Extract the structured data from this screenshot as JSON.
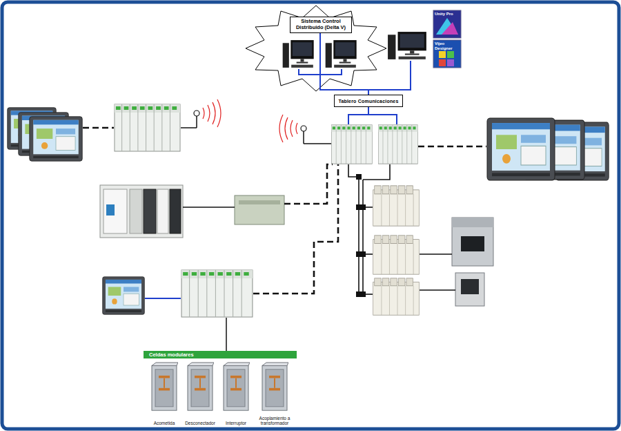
{
  "diagram": {
    "nodes": [
      {
        "text": [
          "Sistema Control Distribuido (Delta V)"
        ]
      },
      {
        "text": [
          "Tablero Comunicaciones"
        ]
      },
      {
        "text": [
          "Celdas modulares"
        ]
      },
      {
        "text": [
          "Acometida"
        ],
        "in": 2
      },
      {
        "text": [
          "Desconectador"
        ],
        "in": 2
      },
      {
        "text": [
          "Interruptor"
        ],
        "in": 2
      },
      {
        "text": [
          "Acoplamiento a transformador"
        ],
        "in": 2
      }
    ],
    "edges": [
      {
        "from": 0,
        "to": 1,
        "arrow": "none"
      }
    ],
    "labels": [
      "Unity Pro",
      "Vijeo Designer"
    ]
  }
}
